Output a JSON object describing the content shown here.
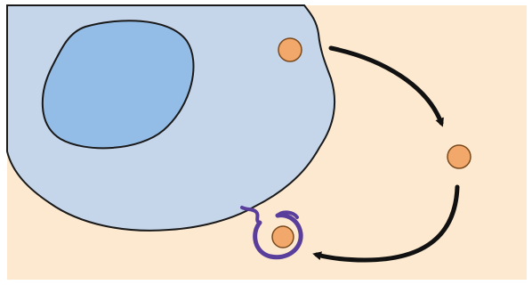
{
  "diagram": {
    "background_color": "#fde9cf",
    "cell_fill": "#c5d5ea",
    "nucleus_fill": "#93bde7",
    "outline_color": "#1a1a1a",
    "particle_fill": "#f2a86a",
    "receptor_color": "#5a3e9c",
    "arrow_color": "#111111",
    "elements": [
      {
        "id": "cell",
        "label": ""
      },
      {
        "id": "nucleus",
        "label": ""
      },
      {
        "id": "particle-secreted",
        "label": ""
      },
      {
        "id": "particle-extracellular",
        "label": ""
      },
      {
        "id": "particle-bound",
        "label": ""
      },
      {
        "id": "membrane-receptor",
        "label": ""
      }
    ],
    "arrows": [
      {
        "from": "particle-secreted",
        "to": "particle-extracellular"
      },
      {
        "from": "particle-extracellular",
        "to": "particle-bound"
      }
    ]
  }
}
